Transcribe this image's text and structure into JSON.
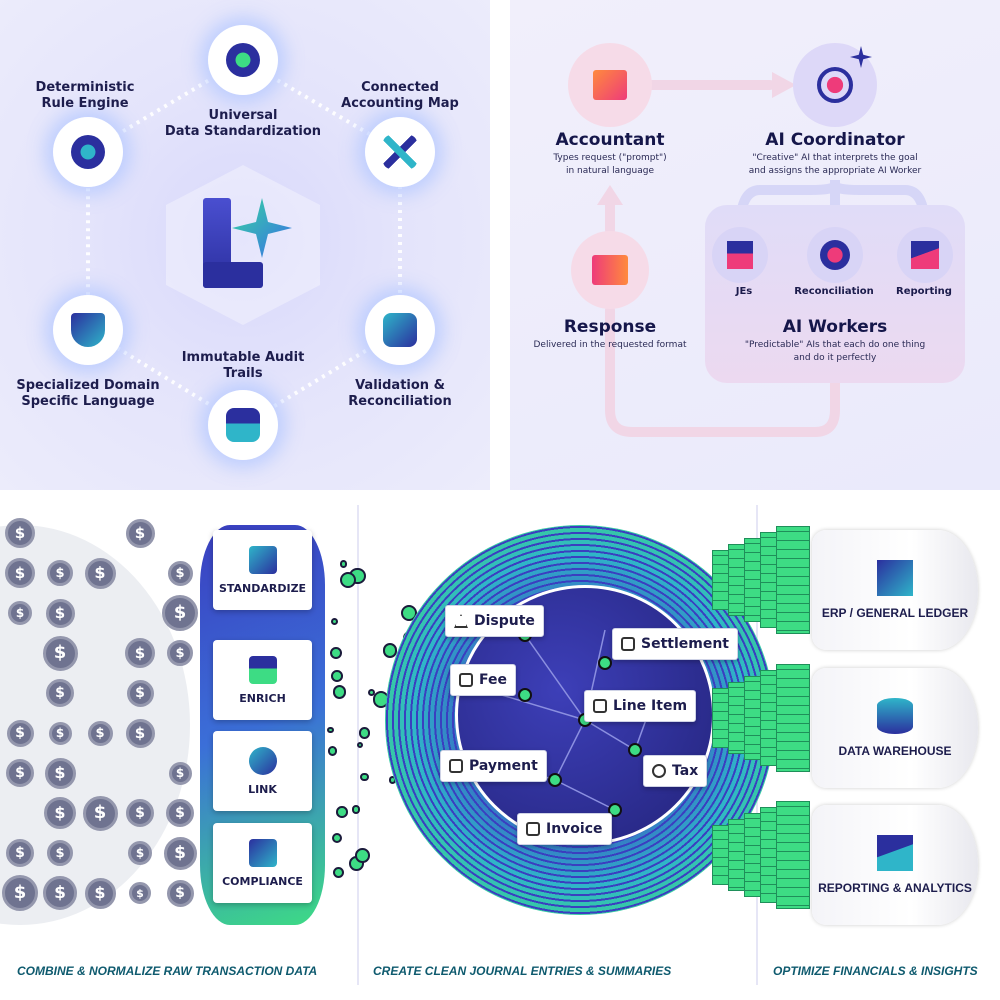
{
  "hexagon": {
    "nodes": [
      {
        "label": "Universal\nData Standardization",
        "icon": "flower-grid-icon"
      },
      {
        "label": "Connected\nAccounting Map",
        "icon": "network-x-icon"
      },
      {
        "label": "Validation &\nReconciliation",
        "icon": "magnifier-icon"
      },
      {
        "label": "Immutable Audit\nTrails",
        "icon": "s-chain-icon"
      },
      {
        "label": "Specialized Domain\nSpecific Language",
        "icon": "shield-check-icon"
      },
      {
        "label": "Deterministic\nRule Engine",
        "icon": "gear-star-icon"
      }
    ]
  },
  "flow": {
    "accountant": {
      "title": "Accountant",
      "sub": "Types request (\"prompt\")\nin natural language"
    },
    "coordinator": {
      "title": "AI Coordinator",
      "sub": "\"Creative\" AI that interprets the goal\nand assigns the appropriate AI Worker"
    },
    "response": {
      "title": "Response",
      "sub": "Delivered in the requested format"
    },
    "workers": {
      "title": "AI Workers",
      "sub": "\"Predictable\" AIs that each do one thing\nand do it perfectly",
      "items": [
        "JEs",
        "Reconciliation",
        "Reporting"
      ]
    }
  },
  "pipeline": {
    "steps": [
      "STANDARDIZE",
      "ENRICH",
      "LINK",
      "COMPLIANCE"
    ],
    "entities": [
      "Dispute",
      "Settlement",
      "Fee",
      "Line Item",
      "Payment",
      "Tax",
      "Invoice"
    ],
    "destinations": [
      "ERP / GENERAL LEDGER",
      "DATA WAREHOUSE",
      "REPORTING & ANALYTICS"
    ],
    "captions": [
      "COMBINE & NORMALIZE RAW TRANSACTION DATA",
      "CREATE CLEAN JOURNAL ENTRIES & SUMMARIES",
      "OPTIMIZE FINANCIALS & INSIGHTS"
    ]
  },
  "colors": {
    "navy": "#2b2f9e",
    "teal": "#2fb5c9",
    "green": "#3ddc84",
    "pink": "#ee3b7a",
    "orange": "#ff8a3d",
    "caption": "#0e5a6e"
  }
}
